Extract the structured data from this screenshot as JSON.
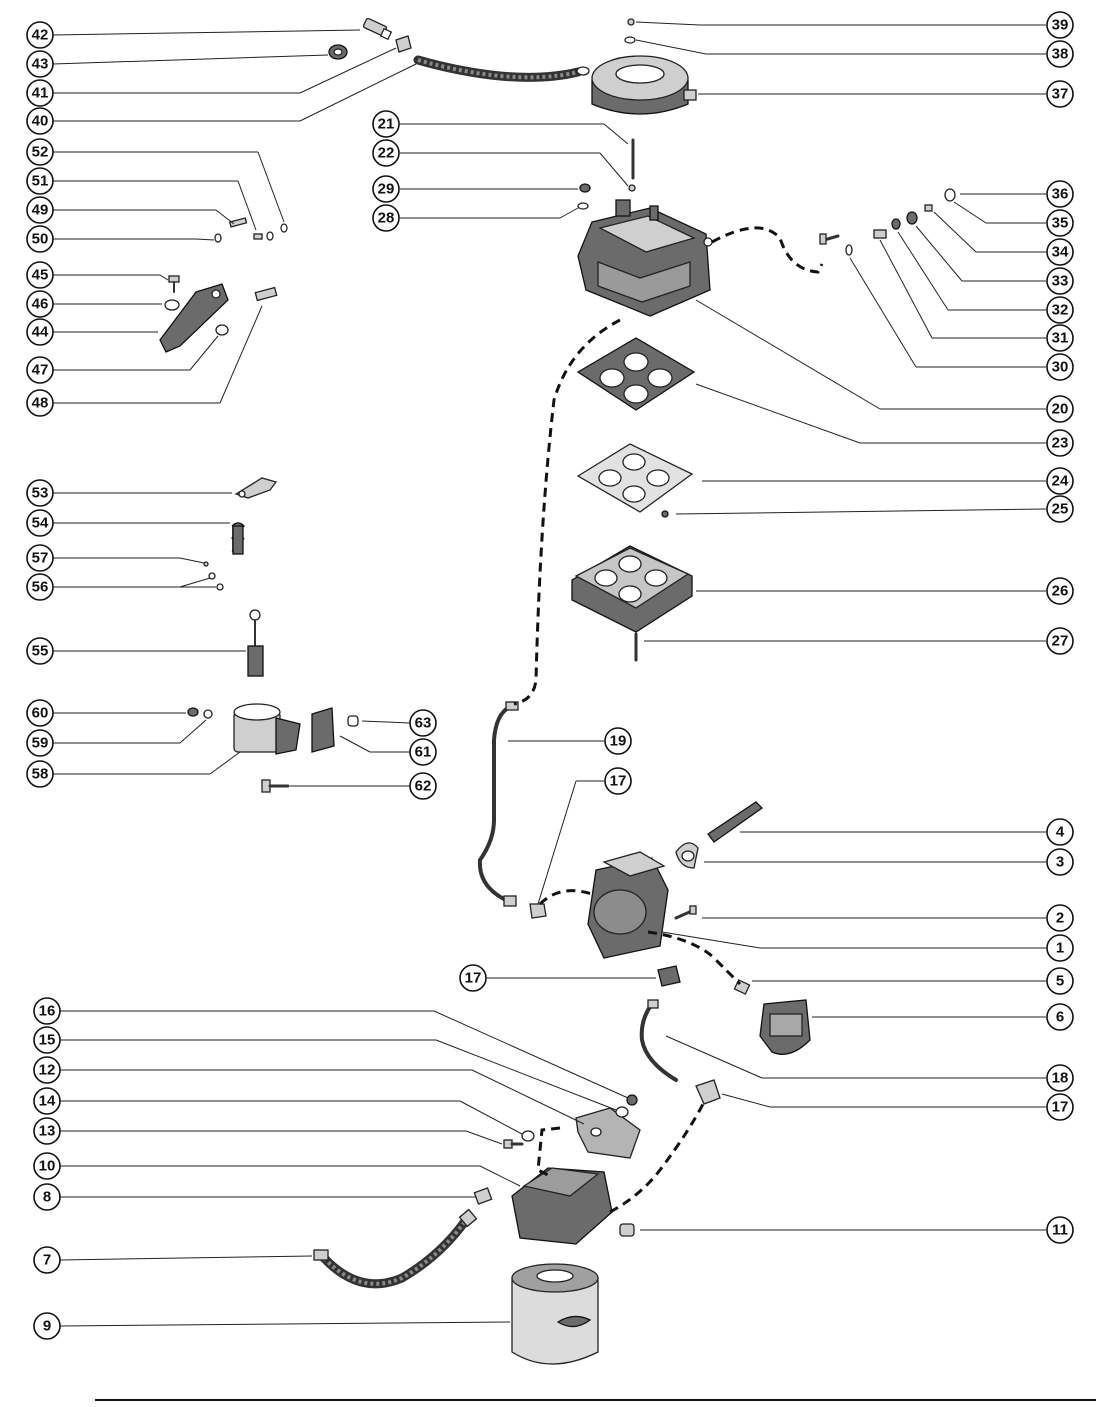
{
  "diagram": {
    "callouts": [
      {
        "id": "c42",
        "label": "42"
      },
      {
        "id": "c43",
        "label": "43"
      },
      {
        "id": "c41",
        "label": "41"
      },
      {
        "id": "c40",
        "label": "40"
      },
      {
        "id": "c52",
        "label": "52"
      },
      {
        "id": "c51",
        "label": "51"
      },
      {
        "id": "c49",
        "label": "49"
      },
      {
        "id": "c50",
        "label": "50"
      },
      {
        "id": "c45",
        "label": "45"
      },
      {
        "id": "c46",
        "label": "46"
      },
      {
        "id": "c44",
        "label": "44"
      },
      {
        "id": "c47",
        "label": "47"
      },
      {
        "id": "c48",
        "label": "48"
      },
      {
        "id": "c53",
        "label": "53"
      },
      {
        "id": "c54",
        "label": "54"
      },
      {
        "id": "c57",
        "label": "57"
      },
      {
        "id": "c56",
        "label": "56"
      },
      {
        "id": "c55",
        "label": "55"
      },
      {
        "id": "c60",
        "label": "60"
      },
      {
        "id": "c59",
        "label": "59"
      },
      {
        "id": "c58",
        "label": "58"
      },
      {
        "id": "c63",
        "label": "63"
      },
      {
        "id": "c61",
        "label": "61"
      },
      {
        "id": "c62",
        "label": "62"
      },
      {
        "id": "c21",
        "label": "21"
      },
      {
        "id": "c22",
        "label": "22"
      },
      {
        "id": "c29",
        "label": "29"
      },
      {
        "id": "c28",
        "label": "28"
      },
      {
        "id": "c39",
        "label": "39"
      },
      {
        "id": "c38",
        "label": "38"
      },
      {
        "id": "c37",
        "label": "37"
      },
      {
        "id": "c36",
        "label": "36"
      },
      {
        "id": "c35",
        "label": "35"
      },
      {
        "id": "c34",
        "label": "34"
      },
      {
        "id": "c33",
        "label": "33"
      },
      {
        "id": "c32",
        "label": "32"
      },
      {
        "id": "c31",
        "label": "31"
      },
      {
        "id": "c30",
        "label": "30"
      },
      {
        "id": "c20",
        "label": "20"
      },
      {
        "id": "c23",
        "label": "23"
      },
      {
        "id": "c24",
        "label": "24"
      },
      {
        "id": "c25",
        "label": "25"
      },
      {
        "id": "c26",
        "label": "26"
      },
      {
        "id": "c27",
        "label": "27"
      },
      {
        "id": "c19",
        "label": "19"
      },
      {
        "id": "c17a",
        "label": "17"
      },
      {
        "id": "c4",
        "label": "4"
      },
      {
        "id": "c3",
        "label": "3"
      },
      {
        "id": "c2",
        "label": "2"
      },
      {
        "id": "c1",
        "label": "1"
      },
      {
        "id": "c5",
        "label": "5"
      },
      {
        "id": "c17b",
        "label": "17"
      },
      {
        "id": "c6",
        "label": "6"
      },
      {
        "id": "c16",
        "label": "16"
      },
      {
        "id": "c15",
        "label": "15"
      },
      {
        "id": "c12",
        "label": "12"
      },
      {
        "id": "c14",
        "label": "14"
      },
      {
        "id": "c13",
        "label": "13"
      },
      {
        "id": "c10",
        "label": "10"
      },
      {
        "id": "c8",
        "label": "8"
      },
      {
        "id": "c7",
        "label": "7"
      },
      {
        "id": "c9",
        "label": "9"
      },
      {
        "id": "c18",
        "label": "18"
      },
      {
        "id": "c17c",
        "label": "17"
      },
      {
        "id": "c11",
        "label": "11"
      }
    ]
  }
}
